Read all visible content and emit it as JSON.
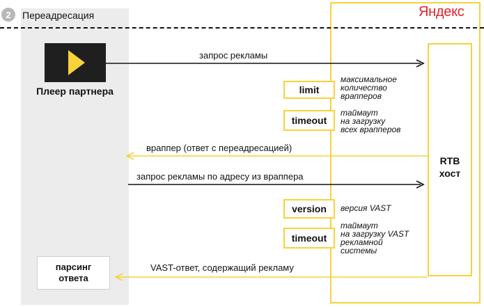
{
  "step": {
    "number": "2",
    "title": "Переадресация"
  },
  "brand": {
    "name": "Яндекс",
    "color": "#e1222a"
  },
  "accent_color": "#f7d23a",
  "partner": {
    "player_label": "Плеер партнера",
    "player_icon": "play-icon",
    "parse_label_line1": "парсинг",
    "parse_label_line2": "ответа"
  },
  "rtb": {
    "line1": "RTB",
    "line2": "хост"
  },
  "messages": {
    "ad_request": "запрос рекламы",
    "wrapper_response": "враппер (ответ с переадресацией)",
    "ad_request_by_wrapper": "запрос рекламы по адресу из враппера",
    "vast_response": "VAST-ответ, содержащий рекламу"
  },
  "params": [
    {
      "label": "limit",
      "note_lines": [
        "максимальное",
        "количество",
        "врапперов"
      ]
    },
    {
      "label": "timeout",
      "note_lines": [
        "таймаут",
        "на загрузку",
        "всех врапперов"
      ]
    },
    {
      "label": "version",
      "note_lines": [
        "версия VAST"
      ]
    },
    {
      "label": "timeout",
      "note_lines": [
        "таймаут",
        "на загрузку VAST",
        "рекламной",
        "системы"
      ]
    }
  ]
}
